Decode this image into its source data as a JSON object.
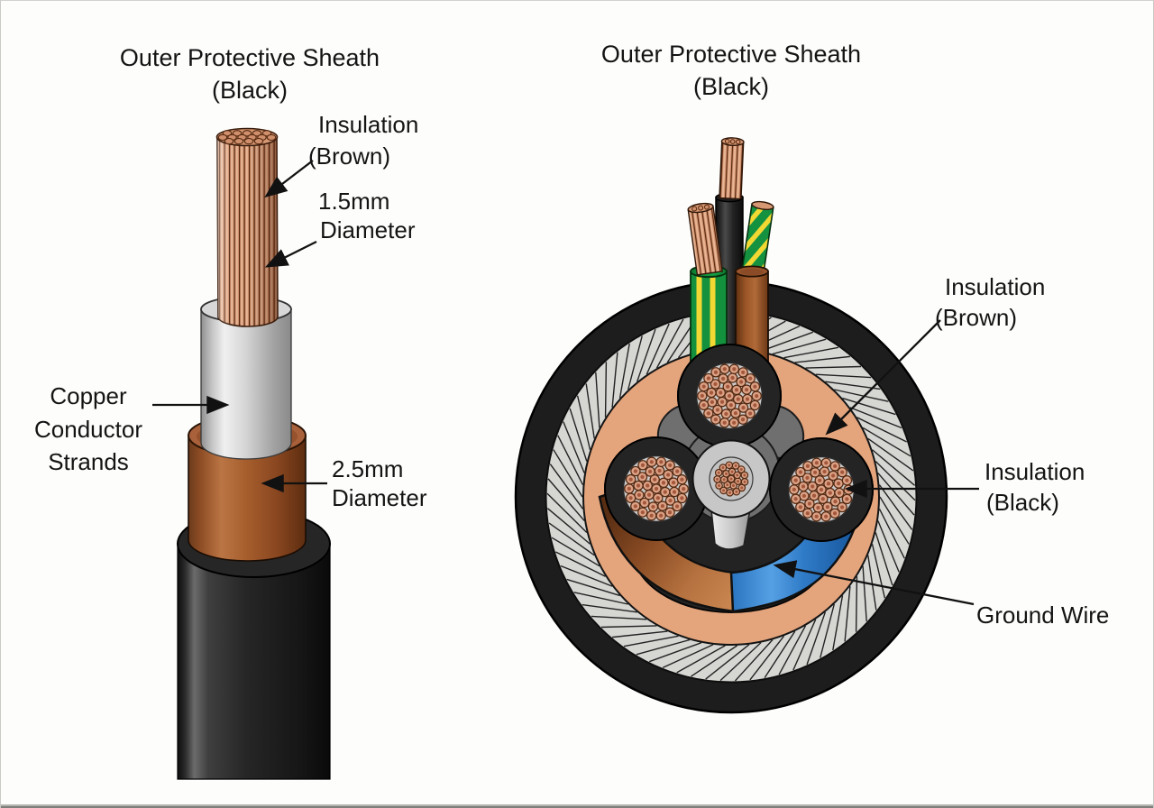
{
  "left_figure": {
    "title": {
      "line1": "Outer Protective Sheath",
      "line2": "(Black)"
    },
    "insulation_label": {
      "line1": "Insulation",
      "line2": "(Brown)"
    },
    "diameter_1_5_label": {
      "line1": "1.5mm",
      "line2": "Diameter"
    },
    "copper_label": {
      "line1": "Copper",
      "line2": "Conductor",
      "line3": "Strands"
    },
    "diameter_2_5_label": {
      "line1": "2.5mm",
      "line2": "Diameter"
    }
  },
  "right_figure": {
    "title": {
      "line1": "Outer Protective Sheath",
      "line2": "(Black)"
    },
    "insulation_brown_label": {
      "line1": "Insulation",
      "line2": "(Brown)"
    },
    "insulation_black_label": {
      "line1": "Insulation",
      "line2": "(Black)"
    },
    "ground_wire_label": "Ground Wire"
  },
  "colors": {
    "sheath_black": "#1d1d1d",
    "armor_gray": "#d6d6d3",
    "bedding_salmon": "#e4a47c",
    "insulation_brown": "#9a5527",
    "insulation_gray": "#c9c9c9",
    "copper_fill": "#dba287",
    "copper_stroke": "#53280f",
    "copper_dot": "#a4573a",
    "ground_green": "#14913d",
    "ground_yellow": "#f1d832",
    "neutral_blue": "#3f8fd6",
    "text": "#141414"
  }
}
